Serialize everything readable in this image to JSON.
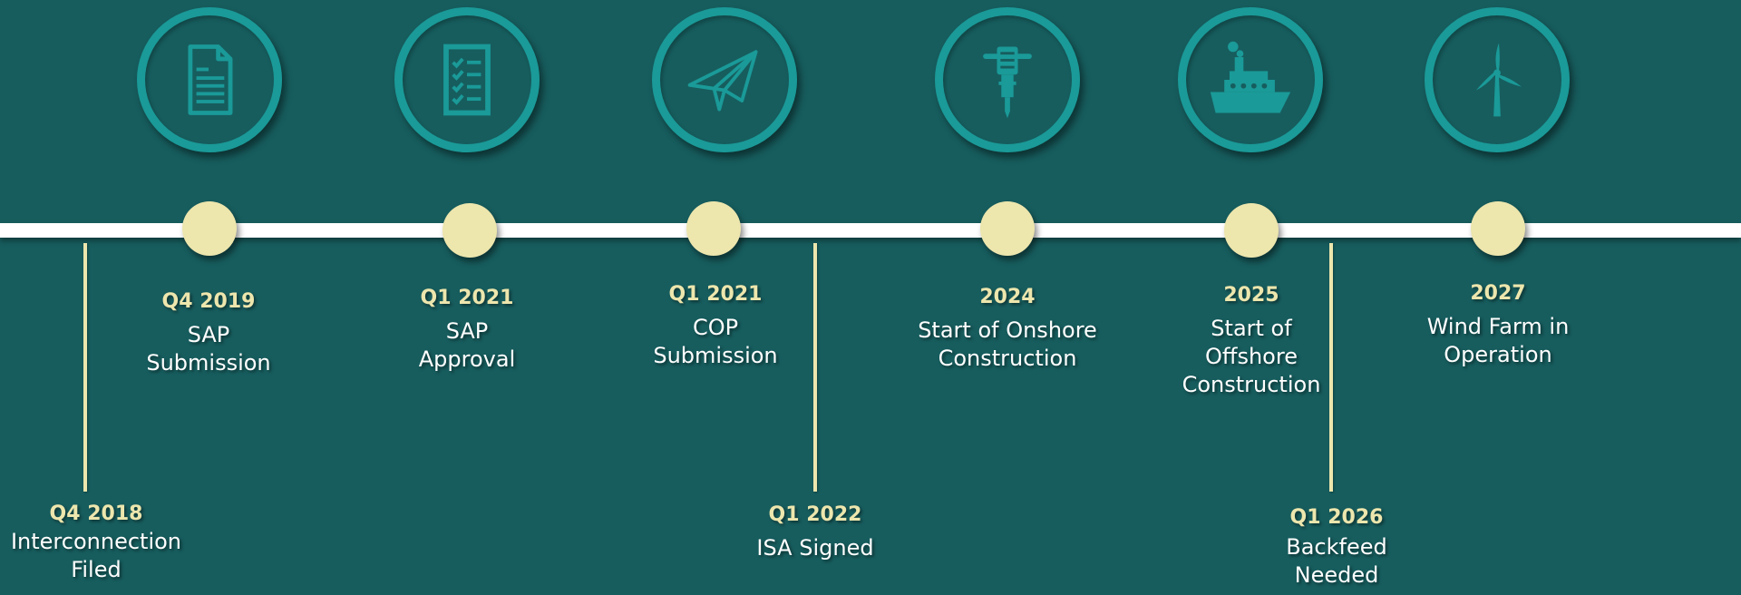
{
  "colors": {
    "background": "#175d5e",
    "icon_ring": "#1a9a98",
    "node": "#ede6ad",
    "line": "#ffffff",
    "date_text": "#ede6ad",
    "desc_text": "#ffffff"
  },
  "milestones_above": [
    {
      "icon": "document-icon",
      "date": "Q4 2019",
      "desc_lines": [
        "SAP",
        "Submission"
      ]
    },
    {
      "icon": "checklist-icon",
      "date": "Q1 2021",
      "desc_lines": [
        "SAP",
        "Approval"
      ]
    },
    {
      "icon": "paper-plane-icon",
      "date": "Q1 2021",
      "desc_lines": [
        "COP",
        "Submission"
      ]
    },
    {
      "icon": "jackhammer-icon",
      "date": "2024",
      "desc_lines": [
        "Start of Onshore",
        "Construction"
      ]
    },
    {
      "icon": "ship-icon",
      "date": "2025",
      "desc_lines": [
        "Start of",
        "Offshore",
        "Construction"
      ]
    },
    {
      "icon": "wind-turbine-icon",
      "date": "2027",
      "desc_lines": [
        "Wind Farm in",
        "Operation"
      ]
    }
  ],
  "milestones_below": [
    {
      "date": "Q4 2018",
      "desc_lines": [
        "Interconnection",
        "Filed"
      ]
    },
    {
      "date": "Q1 2022",
      "desc_lines": [
        "ISA Signed"
      ]
    },
    {
      "date": "Q1 2026",
      "desc_lines": [
        "Backfeed",
        "Needed"
      ]
    }
  ]
}
